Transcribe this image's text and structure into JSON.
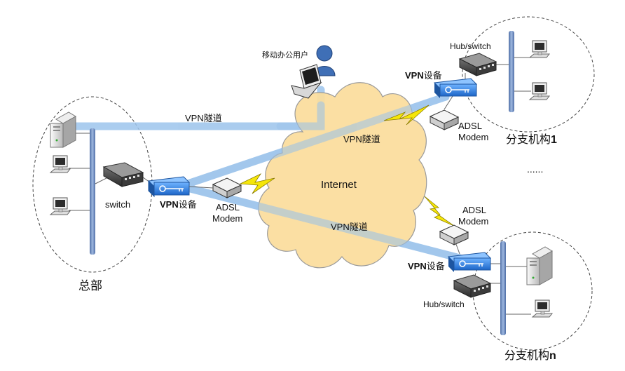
{
  "colors": {
    "tunnel": "#9cc4ec",
    "cloud_fill": "#fbdd9c",
    "cloud_stroke": "#9a9a9a",
    "backbone": "#6f90c4",
    "vpn_device": "#2b7fe0",
    "lightning": "#f5e60a",
    "ellipse_stroke": "#444444"
  },
  "labels": {
    "mobile_user": "移动办公用户",
    "cloud": "Internet",
    "tunnel_mobile": "VPN隧道",
    "tunnel_branch1": "VPN隧道",
    "tunnel_branchn": "VPN隧道",
    "hq_switch": "switch",
    "hq_vpn_bold": "VPN",
    "hq_vpn_rest": "设备",
    "hq_adsl_line1": "ADSL",
    "hq_adsl_line2": "Modem",
    "hq_name": "总部",
    "b1_hub": "Hub/switch",
    "b1_vpn_bold": "VPN",
    "b1_vpn_rest": "设备",
    "b1_adsl_line1": "ADSL",
    "b1_adsl_line2": "Modem",
    "b1_name": "分支机构",
    "b1_num": "1",
    "ellipsis": "......",
    "bn_adsl_line1": "ADSL",
    "bn_adsl_line2": "Modem",
    "bn_vpn_bold": "VPN",
    "bn_vpn_rest": "设备",
    "bn_hub": "Hub/switch",
    "bn_name": "分支机构",
    "bn_num": "n"
  }
}
